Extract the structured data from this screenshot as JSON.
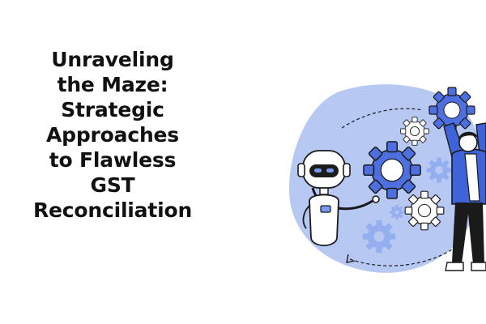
{
  "headline": {
    "lines": [
      "Unraveling",
      "the Maze:",
      "Strategic",
      "Approaches",
      "to Flawless",
      "GST",
      "Reconciliation"
    ]
  },
  "illustration": {
    "icons": [
      "robot-icon",
      "gear-icon",
      "person-icon"
    ],
    "colors": {
      "blob": "#b7c8f3",
      "gear_blue": "#4d6fe0",
      "gear_light": "#93aff0",
      "outline": "#1a1a1a",
      "robot_body": "#ffffff",
      "robot_visor": "#1c1c1c",
      "robot_eye": "#7a98f2",
      "shirt": "#3f63d8",
      "pants": "#1a1a1a"
    }
  }
}
